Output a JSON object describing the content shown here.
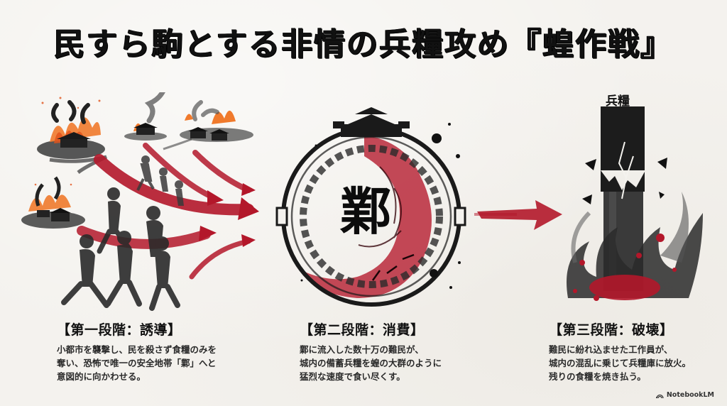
{
  "title": "民すら駒とする非情の兵糧攻め『蝗作戦』",
  "illustrations": {
    "scene1": {
      "description": "Burning villages with people fleeing; red arrows pointing right",
      "icons": [
        "burning-village-icon",
        "running-refugee-icon",
        "red-brush-arrow-icon"
      ]
    },
    "scene2": {
      "center_character": "鄴",
      "description": "Circular city wall with gate tower; red ink swarm of locusts inside",
      "icons": [
        "city-wall-ring-icon",
        "gate-tower-icon",
        "locust-swarm-icon"
      ]
    },
    "transition_arrow": {
      "icon": "red-brush-arrow-icon"
    },
    "scene3": {
      "label": "兵糧",
      "description": "Cracking black granary pillar engulfed in ink flames with red splatter",
      "icons": [
        "granary-pillar-icon",
        "crack-icon",
        "flame-icon"
      ]
    }
  },
  "stages": [
    {
      "heading": "【第一段階：誘導】",
      "lines": [
        "小都市を襲撃し、民を殺さず食糧のみを",
        "奪い、恐怖で唯一の安全地帯「鄴」へと",
        "意図的に向かわせる。"
      ]
    },
    {
      "heading": "【第二段階：消費】",
      "lines": [
        "鄴に流入した数十万の難民が、",
        "城内の備蓄兵糧を蝗の大群のように",
        "猛烈な速度で食い尽くす。"
      ]
    },
    {
      "heading": "【第三段階：破壊】",
      "lines": [
        "難民に紛れ込ませた工作員が、",
        "城内の混乱に乗じて兵糧庫に放火。",
        "残りの食糧を焼き払う。"
      ]
    }
  ],
  "brand": {
    "label": "NotebookLM",
    "icon": "notebooklm-logo-icon"
  },
  "colors": {
    "background": "#f4f2ee",
    "ink": "#111111",
    "crimson": "#b3172a",
    "flame_orange": "#f0762a",
    "gray_ink": "#5a5a5a"
  }
}
